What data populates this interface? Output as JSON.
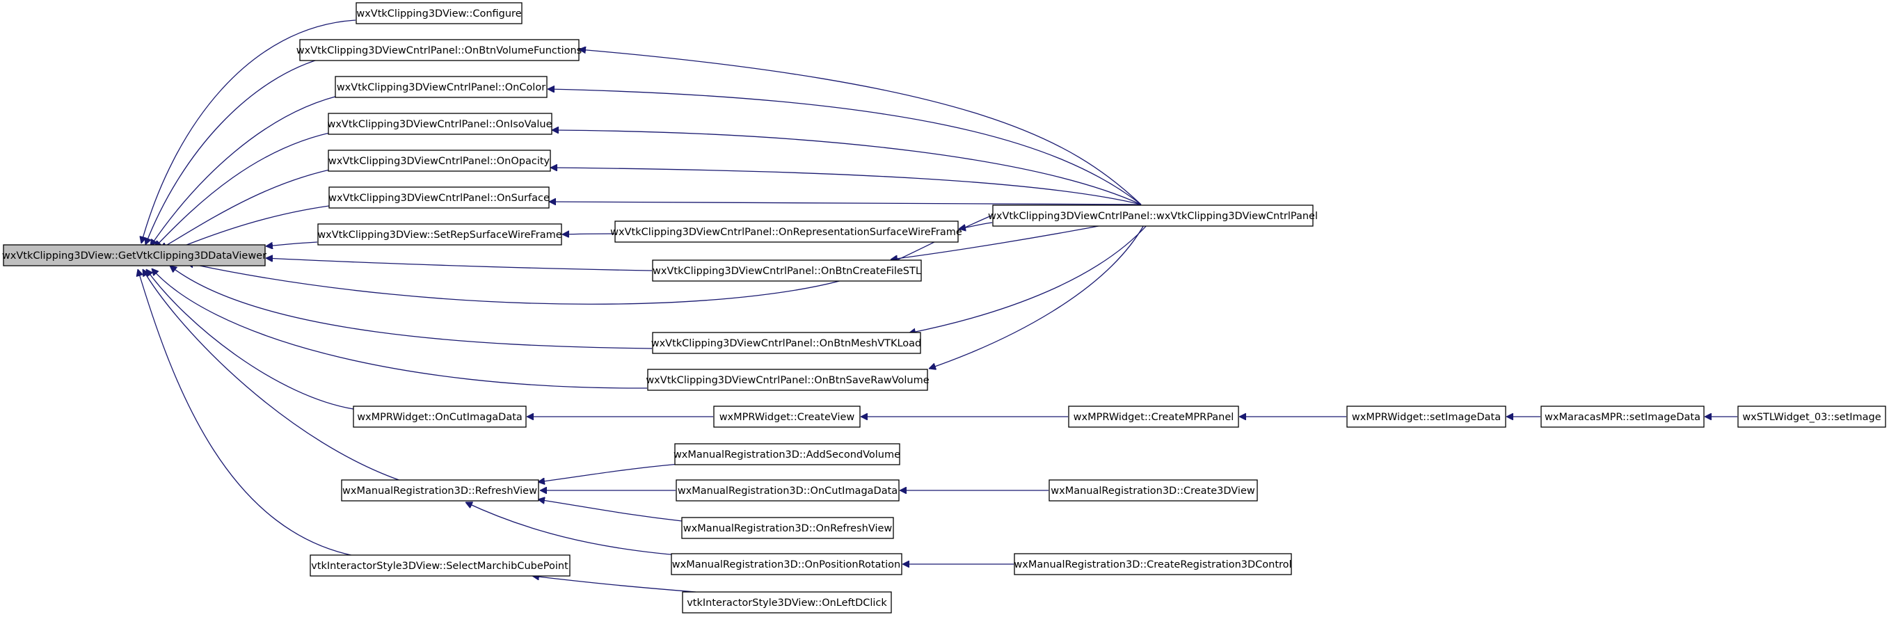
{
  "colors": {
    "edge": "#191970",
    "node_border": "#000000",
    "node_fill": "#ffffff",
    "root_fill": "#bfbfbf",
    "background": "#ffffff"
  },
  "nodes": {
    "root": "wxVtkClipping3DView::GetVtkClipping3DDataViewer",
    "configure": "wxVtkClipping3DView::Configure",
    "on_btn_volume_functions": "wxVtkClipping3DViewCntrlPanel::OnBtnVolumeFunctions",
    "on_color": "wxVtkClipping3DViewCntrlPanel::OnColor",
    "on_iso_value": "wxVtkClipping3DViewCntrlPanel::OnIsoValue",
    "on_opacity": "wxVtkClipping3DViewCntrlPanel::OnOpacity",
    "on_surface": "wxVtkClipping3DViewCntrlPanel::OnSurface",
    "set_rep_surface_wire_frame": "wxVtkClipping3DView::SetRepSurfaceWireFrame",
    "on_representation_surface_wire_frame": "wxVtkClipping3DViewCntrlPanel::OnRepresentationSurfaceWireFrame",
    "cntrl_panel_ctor": "wxVtkClipping3DViewCntrlPanel::wxVtkClipping3DViewCntrlPanel",
    "on_btn_create_file_stl": "wxVtkClipping3DViewCntrlPanel::OnBtnCreateFileSTL",
    "on_btn_mesh_vtk_load": "wxVtkClipping3DViewCntrlPanel::OnBtnMeshVTKLoad",
    "on_btn_save_raw_volume": "wxVtkClipping3DViewCntrlPanel::OnBtnSaveRawVolume",
    "mpr_on_cut_imaga_data": "wxMPRWidget::OnCutImagaData",
    "mpr_create_view": "wxMPRWidget::CreateView",
    "mpr_create_mpr_panel": "wxMPRWidget::CreateMPRPanel",
    "mpr_set_image_data": "wxMPRWidget::setImageData",
    "maracas_set_image_data": "wxMaracasMPR::setImageData",
    "stl_set_image": "wxSTLWidget_03::setImage",
    "mr_add_second_volume": "wxManualRegistration3D::AddSecondVolume",
    "mr_refresh_view": "wxManualRegistration3D::RefreshView",
    "mr_on_cut_imaga_data": "wxManualRegistration3D::OnCutImagaData",
    "mr_create_3d_view": "wxManualRegistration3D::Create3DView",
    "mr_on_refresh_view": "wxManualRegistration3D::OnRefreshView",
    "mr_on_position_rotation": "wxManualRegistration3D::OnPositionRotation",
    "mr_create_registration_3d_control": "wxManualRegistration3D::CreateRegistration3DControl",
    "select_marchib_cube_point": "vtkInteractorStyle3DView::SelectMarchibCubePoint",
    "on_left_d_click": "vtkInteractorStyle3DView::OnLeftDClick"
  }
}
